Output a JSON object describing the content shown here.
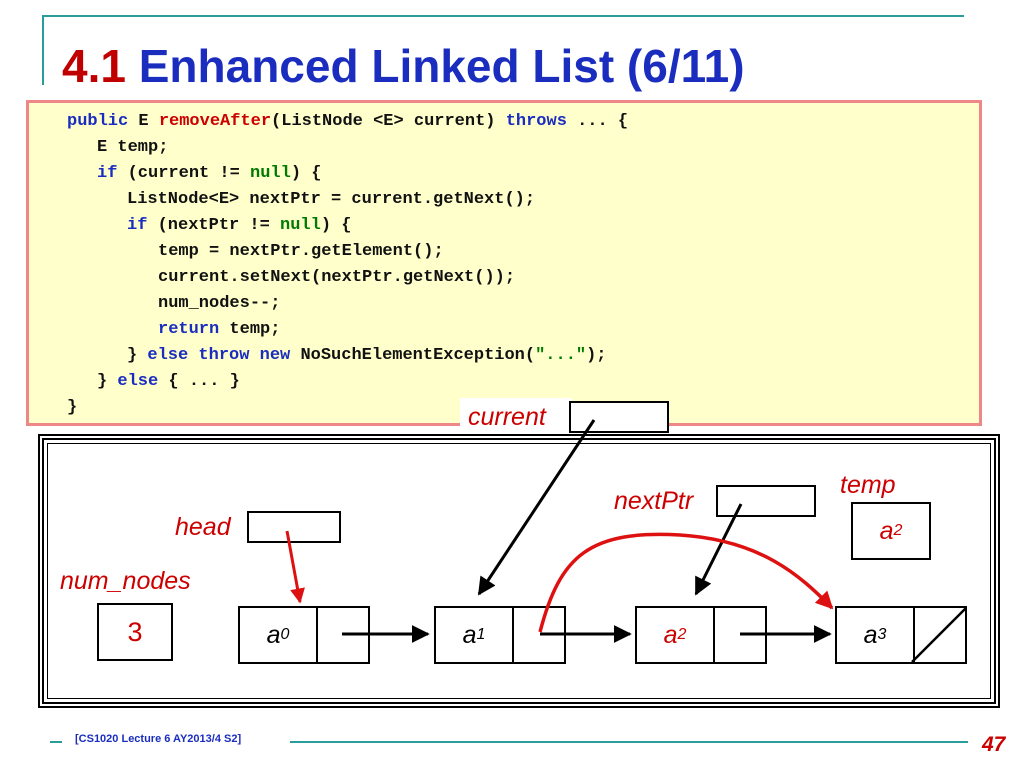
{
  "title": {
    "number": "4.1",
    "text": "Enhanced Linked List (6/11)"
  },
  "code": {
    "l1": [
      "public",
      " E ",
      "removeAfter",
      "(ListNode <E> current) ",
      "throws",
      " ... {"
    ],
    "l2": [
      "E temp;"
    ],
    "l3": [
      "if",
      " (current != ",
      "null",
      ") {"
    ],
    "l4": [
      "ListNode<E> nextPtr = current.getNext();"
    ],
    "l5": [
      "if",
      " (nextPtr != ",
      "null",
      ") {"
    ],
    "l6": [
      "temp = nextPtr.getElement();"
    ],
    "l7": [
      "current.setNext(nextPtr.getNext());"
    ],
    "l8": [
      "num_nodes--;"
    ],
    "l9": [
      "return",
      " temp;"
    ],
    "l10": [
      "} ",
      "else",
      " ",
      "throw",
      " ",
      "new",
      " NoSuchElementException(",
      "\"...\"",
      ");"
    ],
    "l11": [
      "} ",
      "else",
      " { ... }"
    ],
    "l12": [
      "}"
    ]
  },
  "diagram": {
    "labels": {
      "current": "current",
      "head": "head",
      "num_nodes": "num_nodes",
      "nextPtr": "nextPtr",
      "temp": "temp"
    },
    "num_nodes_value": "3",
    "temp_value": {
      "base": "a",
      "sub": "2"
    },
    "nodes": [
      {
        "base": "a",
        "sub": "0"
      },
      {
        "base": "a",
        "sub": "1"
      },
      {
        "base": "a",
        "sub": "2"
      },
      {
        "base": "a",
        "sub": "3"
      }
    ],
    "colors": {
      "label": "#cc0000",
      "redirect_arrow": "#dd1111",
      "pointer_arrow": "#000000"
    }
  },
  "footer": {
    "text": "[CS1020 Lecture 6 AY2013/4 S2]",
    "page": "47"
  }
}
